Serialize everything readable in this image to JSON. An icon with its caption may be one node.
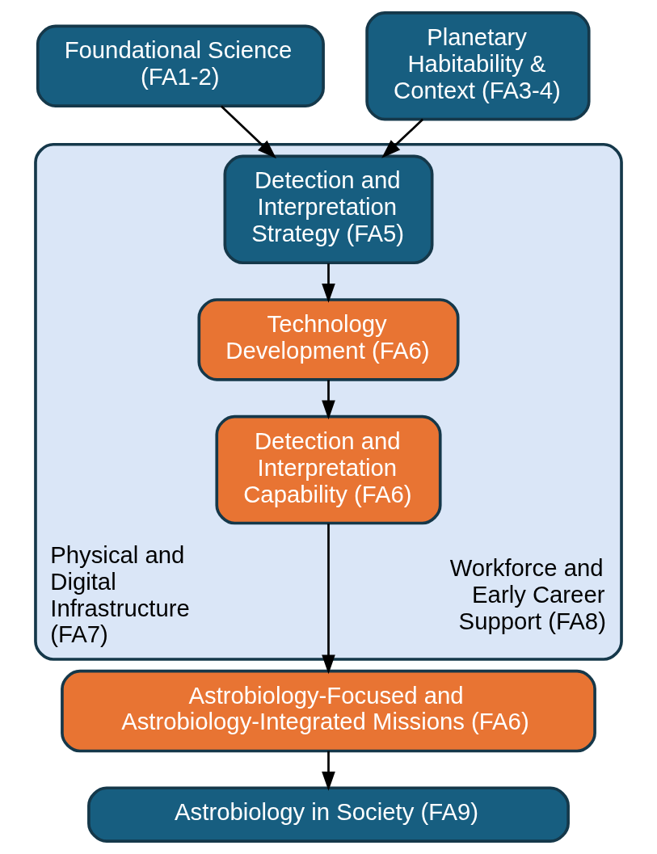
{
  "diagram": {
    "nodes": [
      {
        "text": [
          "Foundational Science (FA1-2)"
        ]
      },
      {
        "text": [
          "Planetary Habitability & Context (FA3-4)"
        ]
      },
      {
        "text": [
          "Physical and Digital Infrastructure (FA7)",
          "Workforce and Early Career Support (FA8)"
        ]
      },
      {
        "text": [
          "Detection and Interpretation Strategy (FA5)"
        ],
        "in": 2
      },
      {
        "text": [
          "Technology Development (FA6)"
        ],
        "in": 2
      },
      {
        "text": [
          "Detection and Interpretation Capability (FA6)"
        ],
        "in": 2
      },
      {
        "text": [
          "Astrobiology-Focused and Astrobiology-Integrated Missions (FA6)"
        ]
      },
      {
        "text": [
          "Astrobiology in Society (FA9)"
        ]
      }
    ],
    "edges": [
      {
        "from": 0,
        "to": 3,
        "arrow": "to"
      },
      {
        "from": 1,
        "to": 3,
        "arrow": "to"
      },
      {
        "from": 3,
        "to": 4,
        "arrow": "to"
      },
      {
        "from": 4,
        "to": 5,
        "arrow": "to"
      },
      {
        "from": 5,
        "to": 6,
        "arrow": "to"
      },
      {
        "from": 6,
        "to": 7,
        "arrow": "to"
      }
    ]
  }
}
